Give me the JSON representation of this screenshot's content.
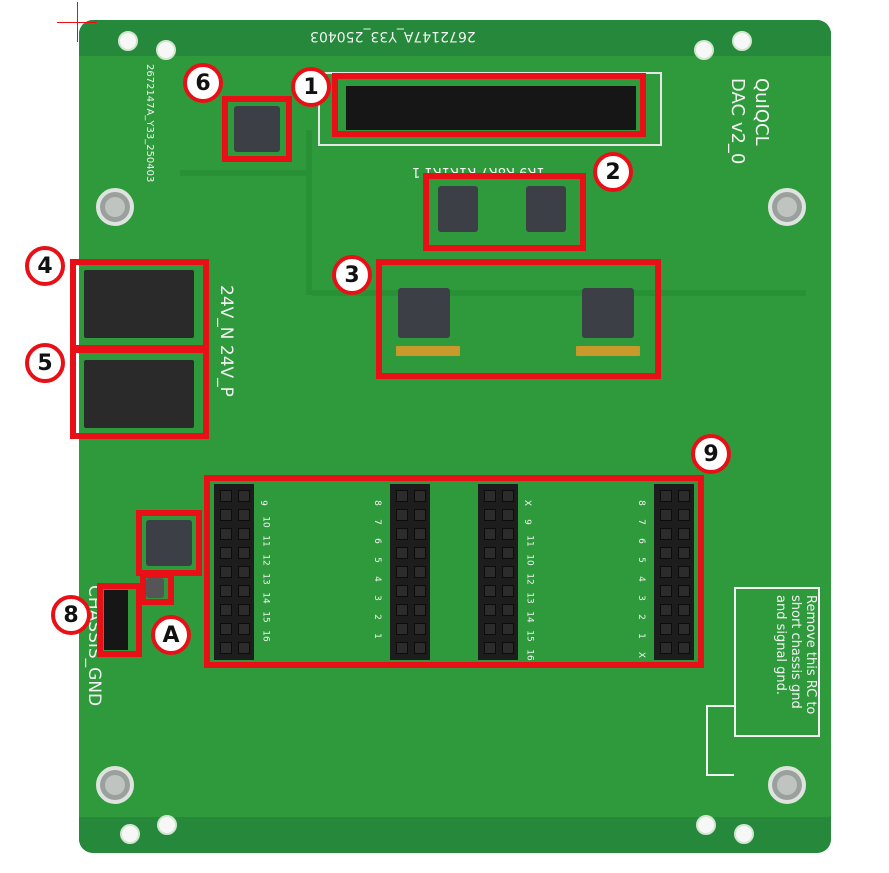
{
  "board": {
    "top_label": "2672147A_Y33_250403",
    "side_label": "2672147A_Y33_250403",
    "product_name": "QuIQCL",
    "product_version": "DAC v2_0",
    "res_labels": "1R9 R8R7 R1R1R1 1",
    "power_labels": "24V_N 24V_P",
    "chassis_label": "CHASSIS_GND",
    "note": "Remove this RC to short chassis gnd and signal gnd."
  },
  "callouts": [
    {
      "id": "1",
      "label": "1"
    },
    {
      "id": "2",
      "label": "2"
    },
    {
      "id": "3",
      "label": "3"
    },
    {
      "id": "4",
      "label": "4"
    },
    {
      "id": "5",
      "label": "5"
    },
    {
      "id": "6",
      "label": "6"
    },
    {
      "id": "8",
      "label": "8"
    },
    {
      "id": "9",
      "label": "9"
    },
    {
      "id": "A",
      "label": "A"
    }
  ],
  "connector_labels": {
    "col1": [
      "9",
      "10",
      "11",
      "12",
      "13",
      "14",
      "15",
      "16"
    ],
    "col2": [
      "8",
      "7",
      "6",
      "5",
      "4",
      "3",
      "2",
      "1"
    ],
    "col3": [
      "X",
      "9",
      "11",
      "10",
      "12",
      "13",
      "14",
      "15",
      "16"
    ],
    "col4": [
      "8",
      "7",
      "6",
      "5",
      "4",
      "3",
      "2",
      "1",
      "X"
    ]
  },
  "colors": {
    "pcb_green": "#2f9a3c",
    "callout_red": "#e81016",
    "silkscreen": "#f2f2f2"
  }
}
